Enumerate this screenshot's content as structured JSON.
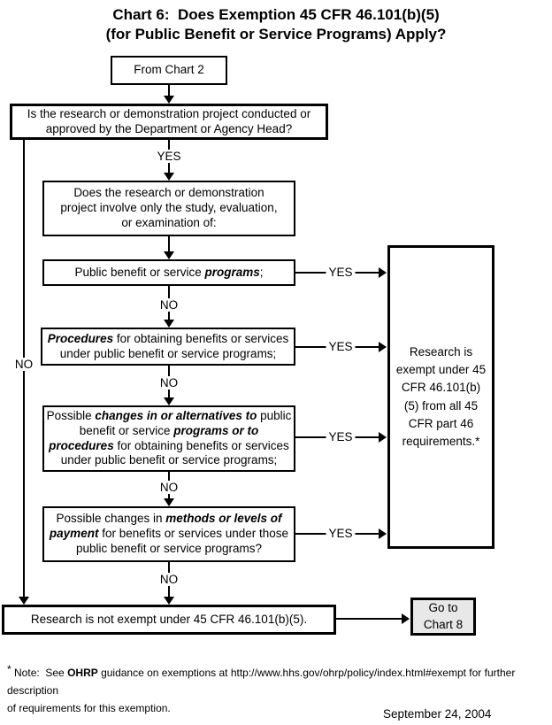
{
  "title": {
    "line1": "Chart 6:  Does Exemption 45 CFR 46.101(b)(5)",
    "line2": "(for Public Benefit or Service Programs) Apply?"
  },
  "labels": {
    "yes": "YES",
    "no": "NO"
  },
  "nodes": {
    "from_chart2": "From Chart 2",
    "q_conducted": "Is the research or demonstration project conducted or approved by the Department or Agency Head?",
    "q_involve": "Does the research or demonstration project involve only the study, evaluation, or examination of:",
    "opt_programs": [
      {
        "t": "Public benefit or service "
      },
      {
        "t": "programs",
        "c": "em"
      },
      {
        "t": ";"
      }
    ],
    "opt_procedures": [
      {
        "t": "Procedures",
        "c": "em"
      },
      {
        "t": " for obtaining benefits or services under public benefit or service programs;"
      }
    ],
    "opt_changes": [
      {
        "t": "Possible "
      },
      {
        "t": "changes in or alternatives to",
        "c": "em"
      },
      {
        "t": " public benefit or service "
      },
      {
        "t": "programs or to procedures",
        "c": "em"
      },
      {
        "t": " for obtaining benefits or services under public benefit or service programs;"
      }
    ],
    "opt_payment": [
      {
        "t": "Possible changes in "
      },
      {
        "t": "methods or levels of payment",
        "c": "em"
      },
      {
        "t": " for benefits or services under those public benefit or service programs?"
      }
    ],
    "exempt": "Research is exempt under 45 CFR 46.101(b)(5) from all 45 CFR part 46 requirements.*",
    "not_exempt": "Research is not exempt under 45 CFR 46.101(b)(5).",
    "goto_chart8": "Go to Chart 8"
  },
  "footnote": {
    "segments": [
      {
        "t": "* ",
        "c": "sup"
      },
      {
        "t": "Note:  See "
      },
      {
        "t": "OHRP",
        "c": "b"
      },
      {
        "t": " guidance on exemptions at http://www.hhs.gov/ohrp/policy/index.html#exempt for further description"
      },
      {
        "br": true
      },
      {
        "t": "of requirements for this exemption."
      }
    ]
  },
  "date": "September 24, 2004",
  "colors": {
    "line": "#000000",
    "goto_fill": "#e8e8e8"
  }
}
